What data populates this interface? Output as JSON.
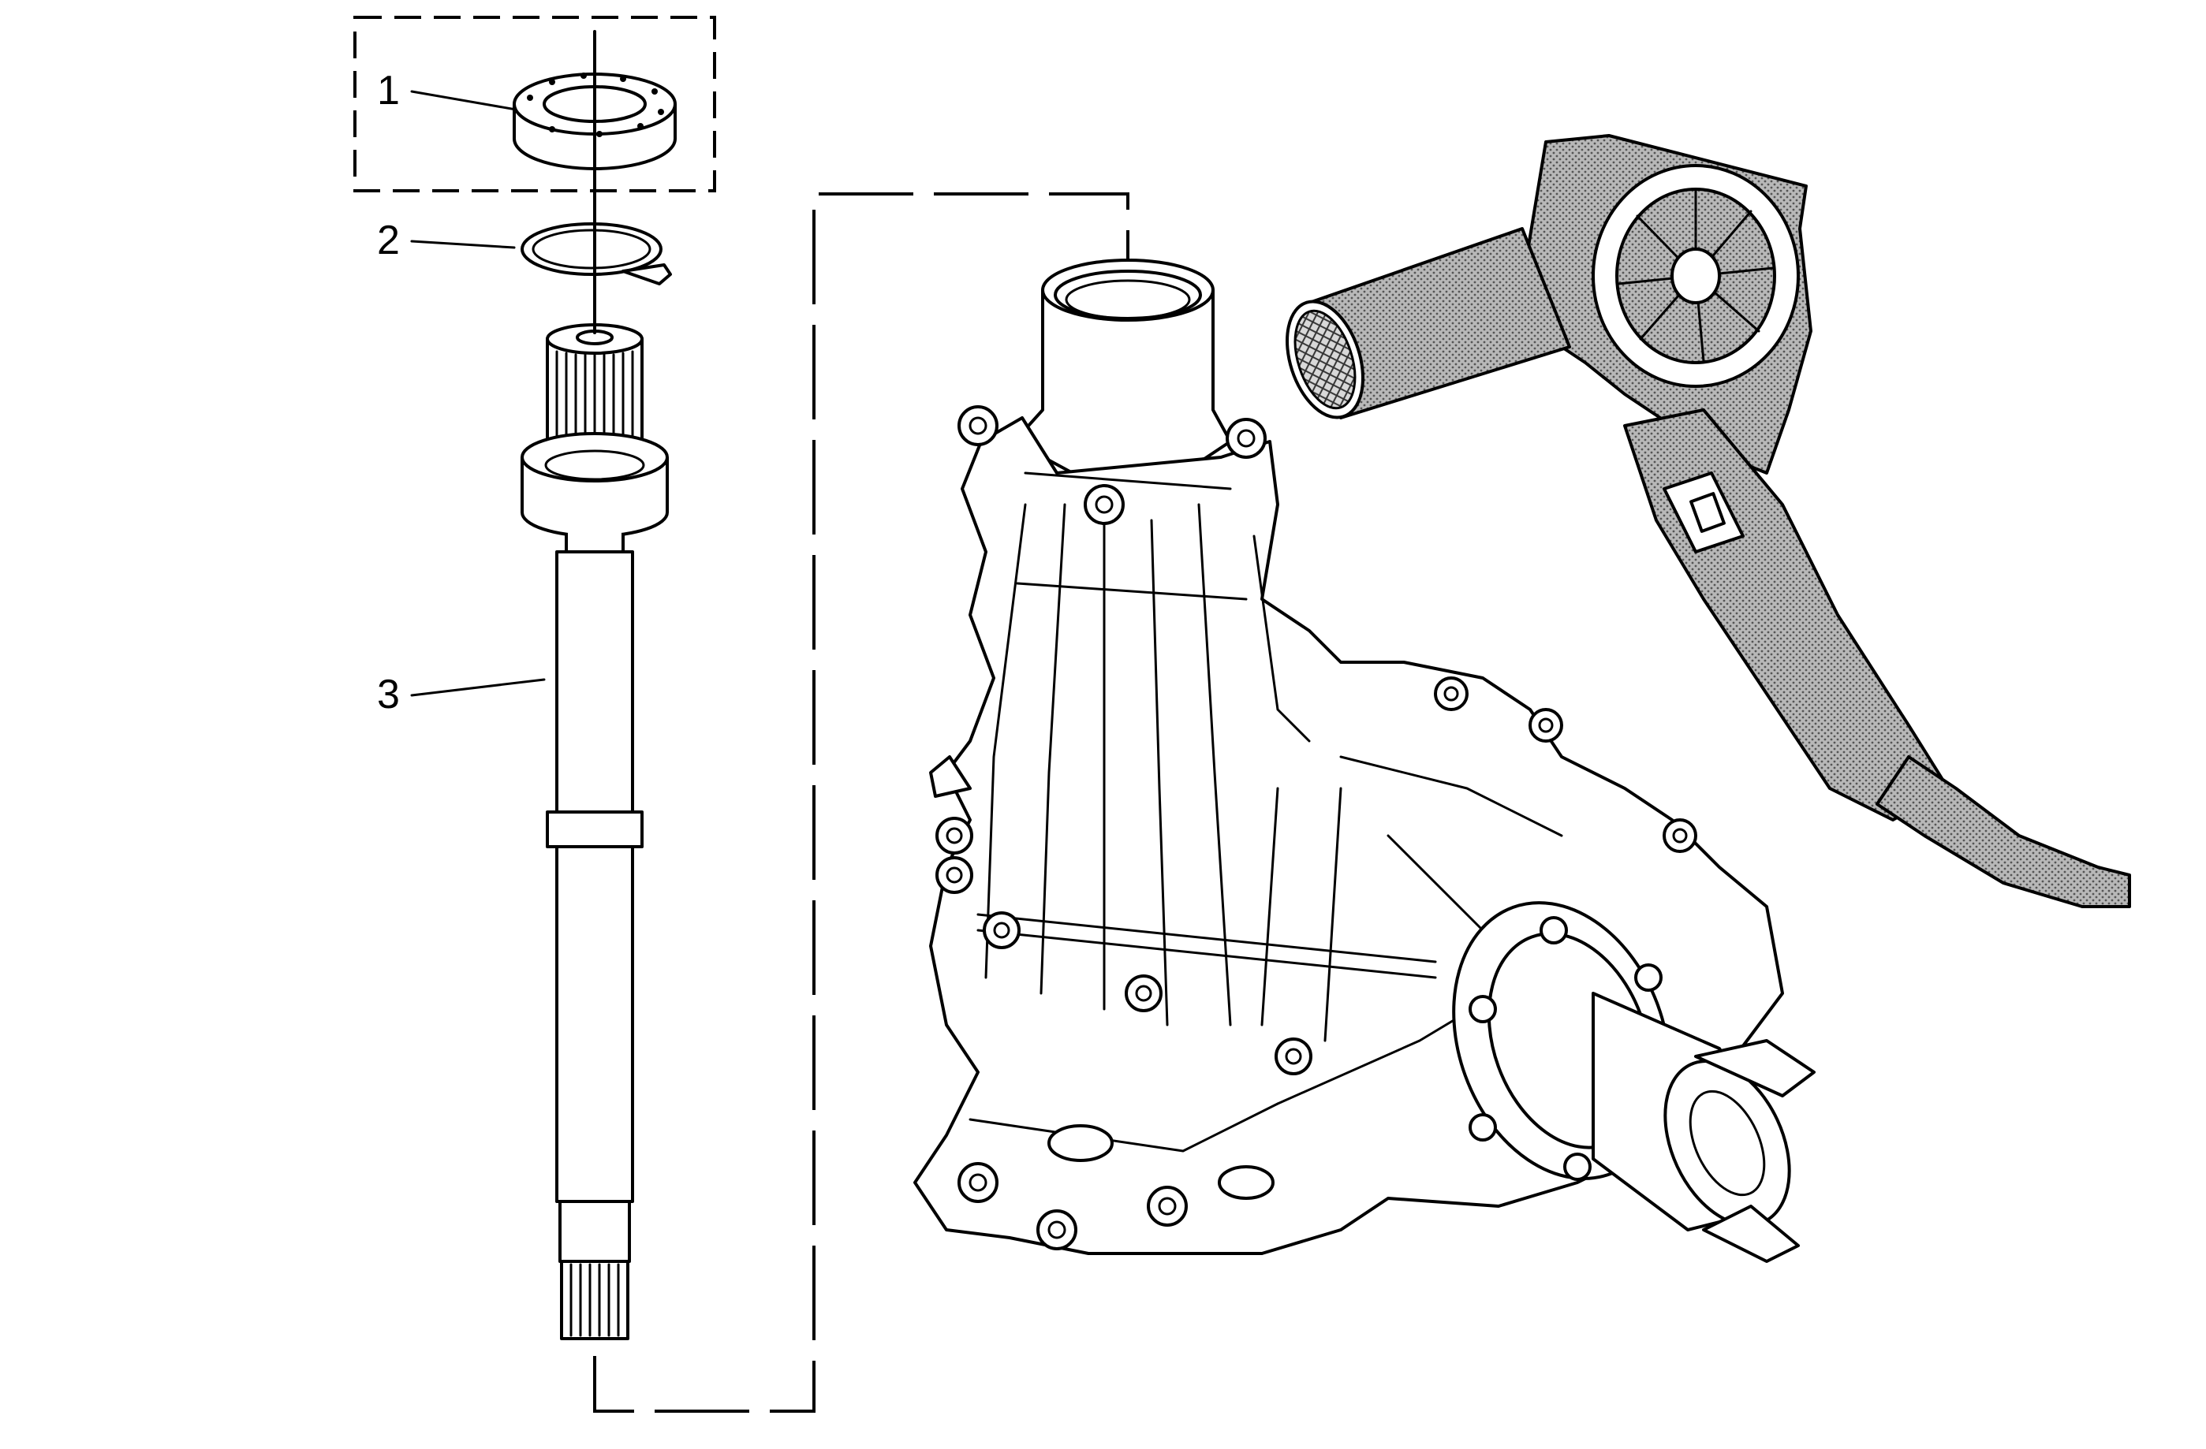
{
  "callouts": [
    {
      "id": "1",
      "label": "1"
    },
    {
      "id": "2",
      "label": "2"
    },
    {
      "id": "3",
      "label": "3"
    }
  ],
  "colors": {
    "line": "#000000",
    "background": "#ffffff",
    "shading": "#8a8a8a"
  }
}
